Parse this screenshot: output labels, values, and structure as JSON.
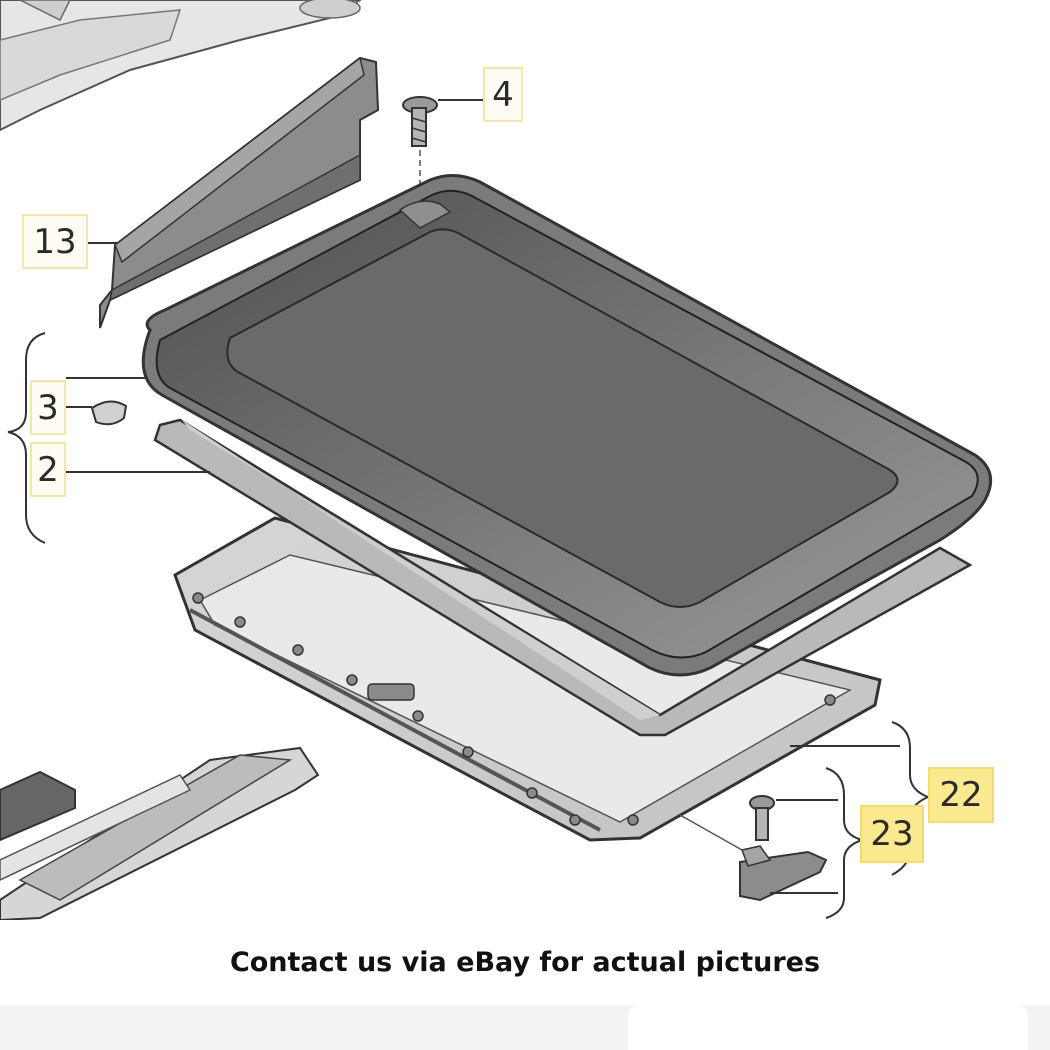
{
  "diagram": {
    "callouts": {
      "part_4": "4",
      "part_13": "13",
      "part_3": "3",
      "part_2": "2",
      "part_22": "22",
      "part_23": "23"
    }
  },
  "caption": "Contact us via eBay for actual pictures",
  "colors": {
    "glass_dark": "#5f5f5f",
    "glass_light": "#8a8a8a",
    "line": "#4a4a4a",
    "label_highlight": "#fbe98f"
  }
}
